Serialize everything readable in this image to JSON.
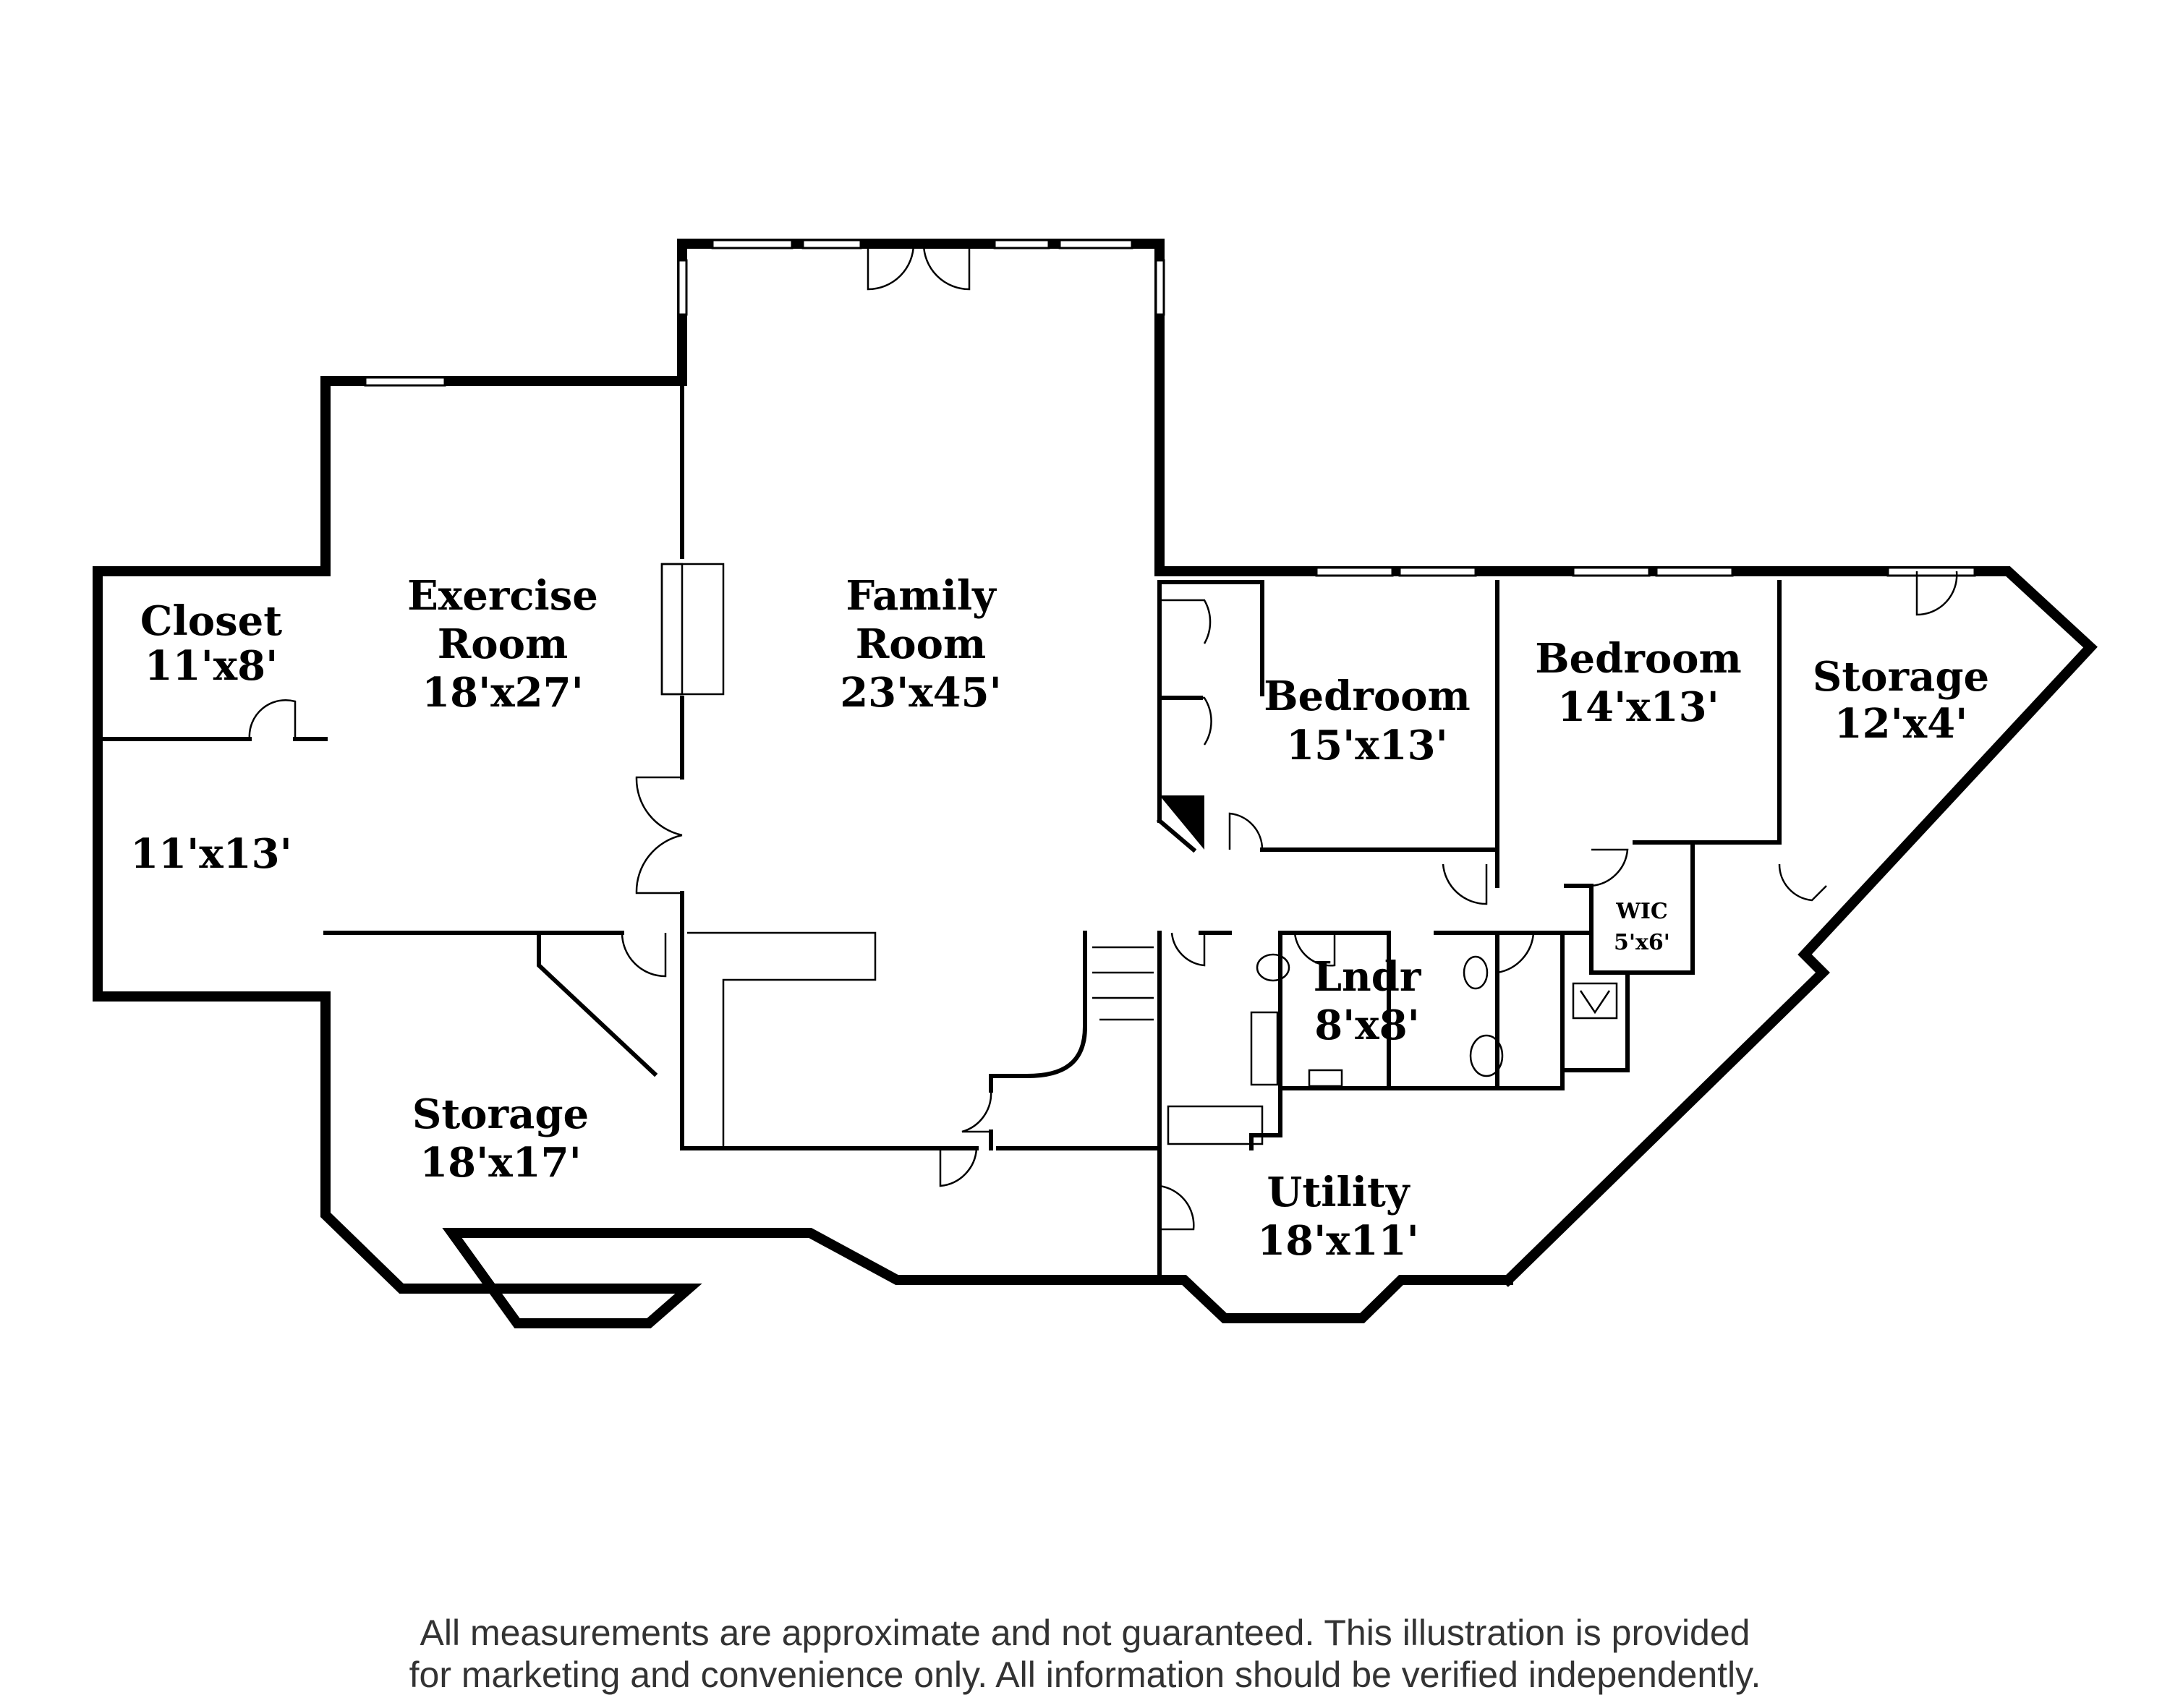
{
  "rooms": {
    "closet": {
      "name": "Closet",
      "size": "11'x8'"
    },
    "unnamed": {
      "size": "11'x13'"
    },
    "exercise": {
      "name_line1": "Exercise",
      "name_line2": "Room",
      "size": "18'x27'"
    },
    "family": {
      "name_line1": "Family",
      "name_line2": "Room",
      "size": "23'x45'"
    },
    "bedroom1": {
      "name": "Bedroom",
      "size": "15'x13'"
    },
    "bedroom2": {
      "name": "Bedroom",
      "size": "14'x13'"
    },
    "storage_right": {
      "name": "Storage",
      "size": "12'x4'"
    },
    "wic": {
      "name": "WIC",
      "size": "5'x6'"
    },
    "laundry": {
      "name": "Lndr",
      "size": "8'x8'"
    },
    "storage_left": {
      "name": "Storage",
      "size": "18'x17'"
    },
    "utility": {
      "name": "Utility",
      "size": "18'x11'"
    }
  },
  "disclaimer": {
    "line1": "All measurements are approximate and not guaranteed. This illustration is provided",
    "line2": "for marketing and convenience only. All information should be verified independently."
  }
}
